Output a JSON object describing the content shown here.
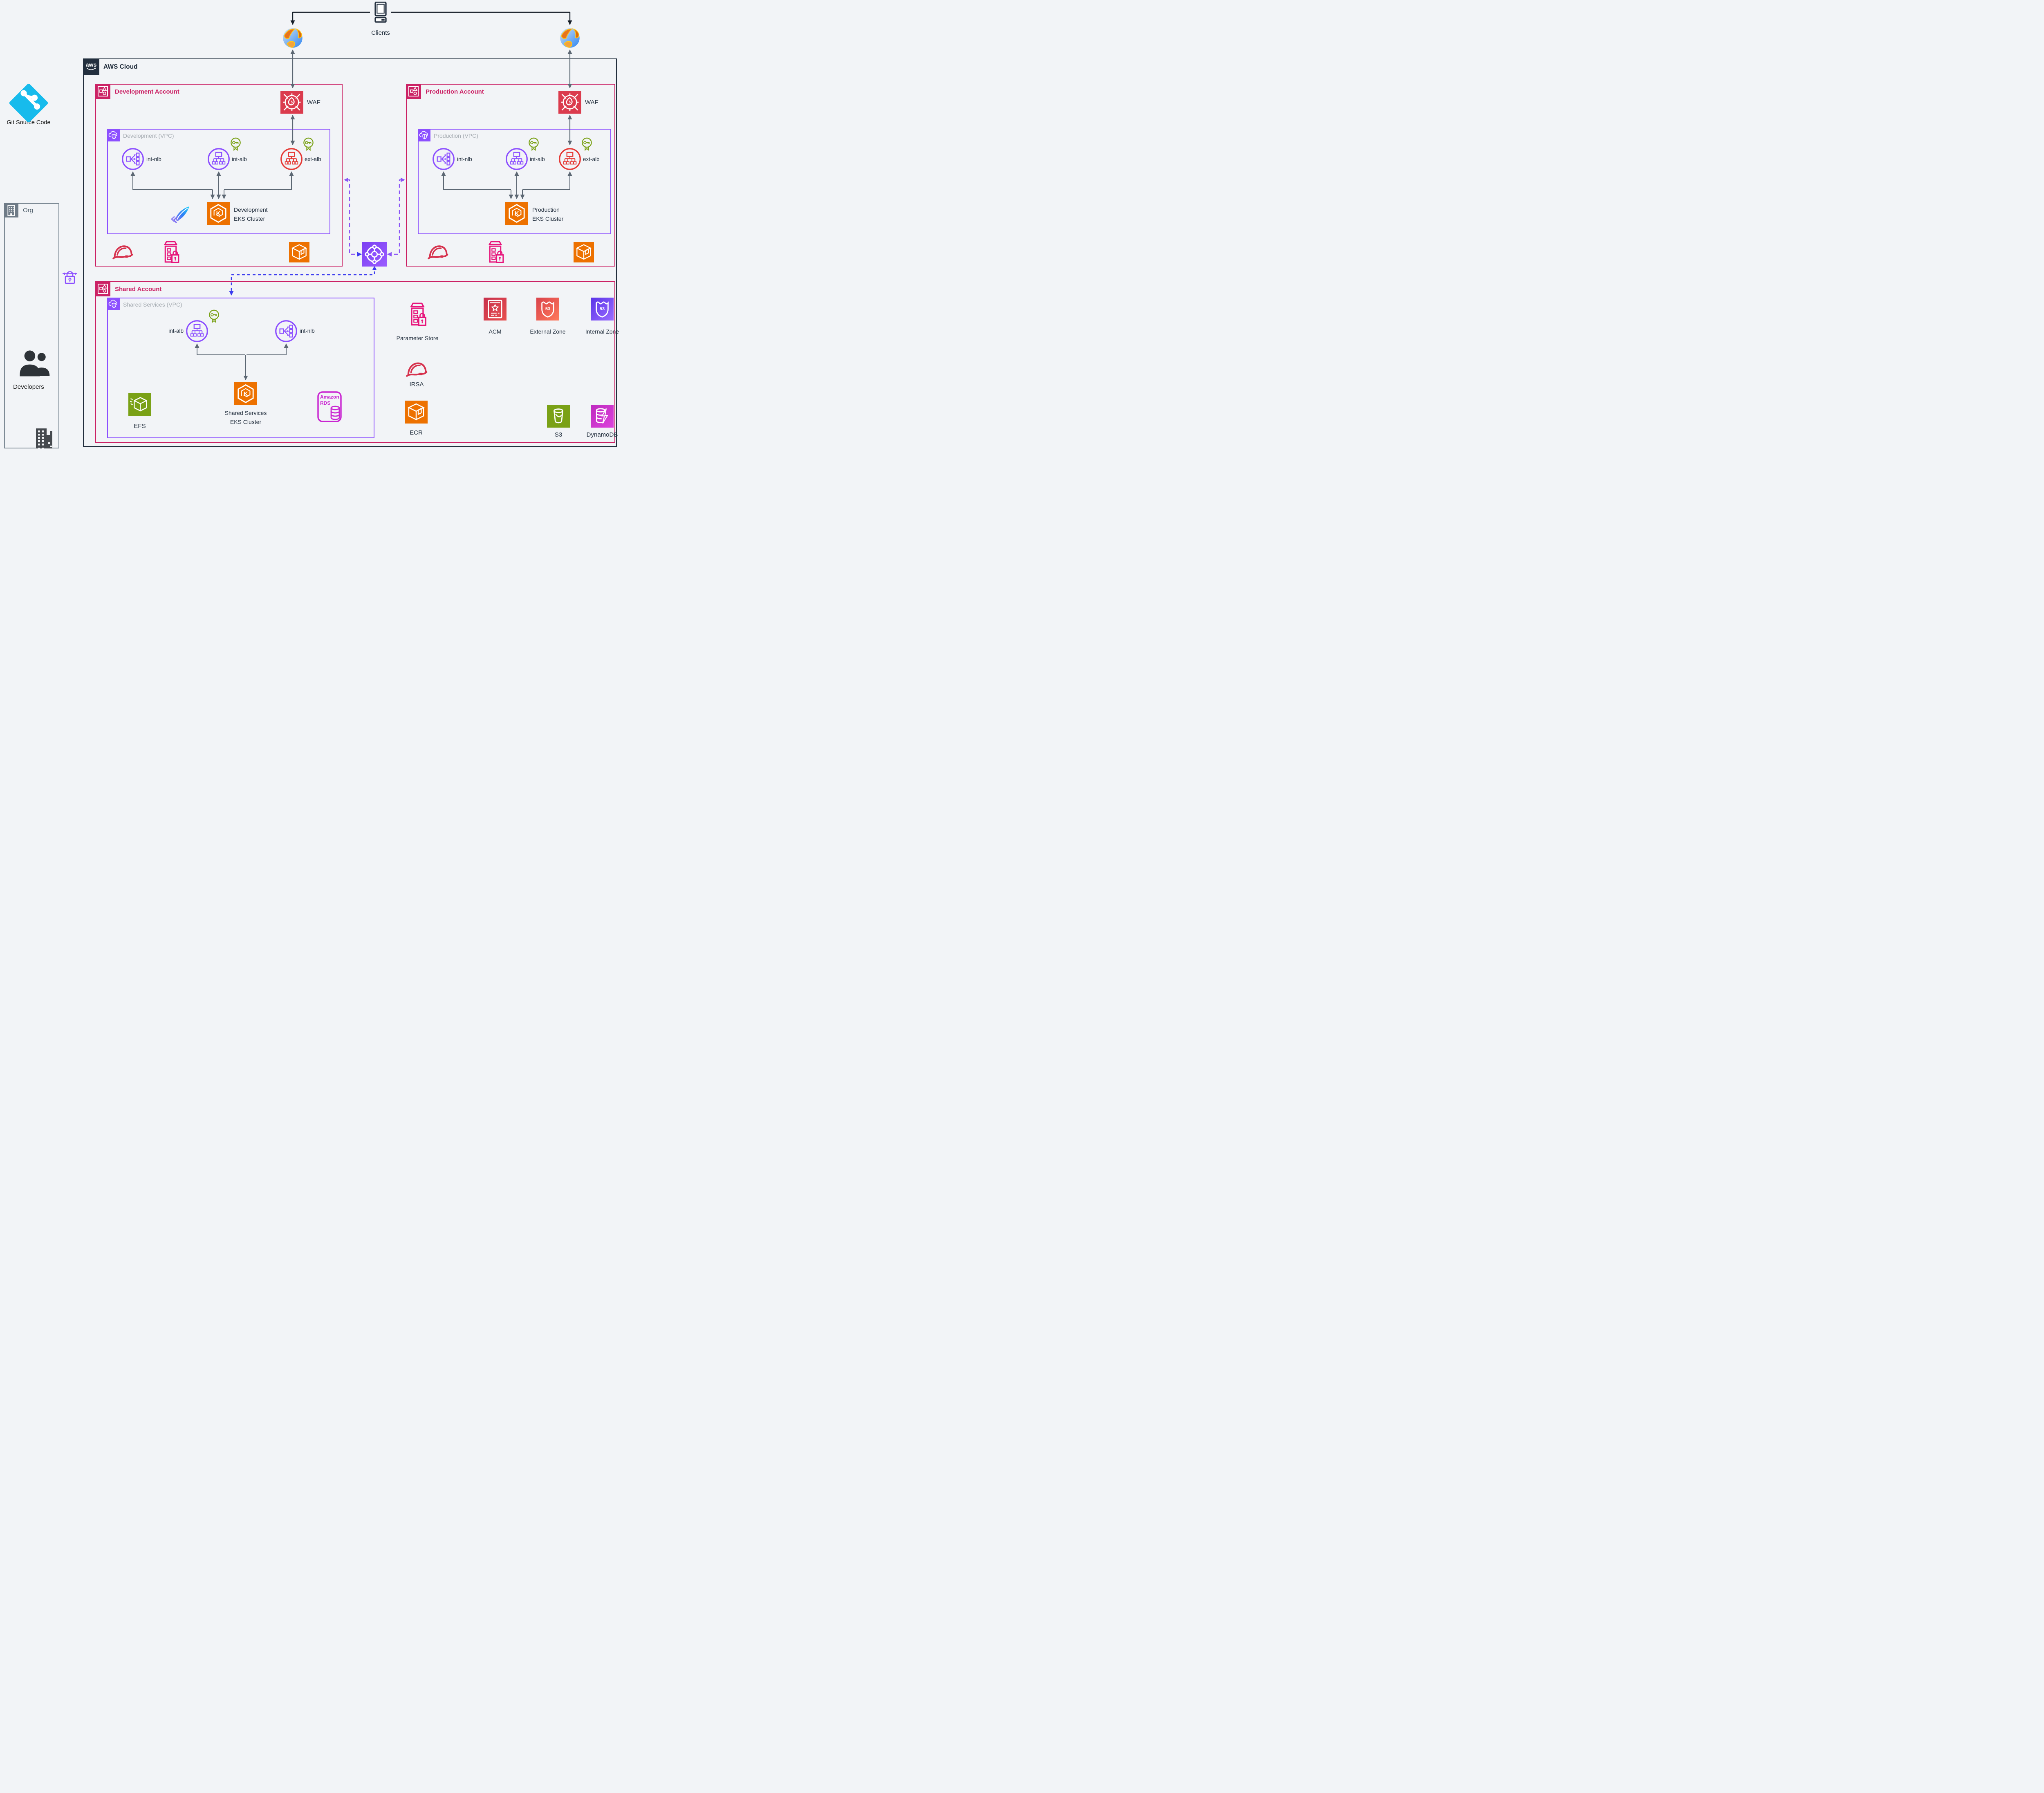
{
  "diagram": {
    "clients_label": "Clients",
    "aws_logo_text": "aws",
    "aws_cloud_label": "AWS Cloud",
    "git_label": "Git Source Code",
    "org_label": "Org",
    "developers_label": "Developers",
    "waf_label": "WAF",
    "route53_number": "53",
    "eks_letter": "K"
  },
  "dev_account": {
    "label": "Development Account",
    "vpc_label": "Development (VPC)",
    "int_nlb": "int-nlb",
    "int_alb": "int-alb",
    "ext_alb": "ext-alb",
    "eks_line1": "Development",
    "eks_line2": "EKS Cluster"
  },
  "prod_account": {
    "label": "Production Account",
    "vpc_label": "Production (VPC)",
    "int_nlb": "int-nlb",
    "int_alb": "int-alb",
    "ext_alb": "ext-alb",
    "eks_line1": "Production",
    "eks_line2": "EKS Cluster"
  },
  "shared_account": {
    "label": "Shared Account",
    "vpc_label": "Shared Services (VPC)",
    "int_alb": "int-alb",
    "int_nlb": "int-nlb",
    "eks_line1": "Shared Services",
    "eks_line2": "EKS Cluster",
    "efs": "EFS",
    "rds_line1": "Amazon",
    "rds_line2": "RDS",
    "parameter_store": "Parameter Store",
    "acm": "ACM",
    "external_zone": "External Zone",
    "internal_zone": "Internal Zone",
    "irsa": "IRSA",
    "ecr": "ECR",
    "s3": "S3",
    "dynamodb": "DynamoDB"
  },
  "colors": {
    "account_pink": "#CB2265",
    "vpc_purple": "#8C4FFF",
    "waf_red": "#DB3B4D",
    "eks_orange": "#ED7100",
    "olive_green": "#7AA116",
    "rds_magenta": "#C925D1",
    "dark_navy": "#232F3E",
    "dashed_blue": "#3B3BEF",
    "dashed_purple": "#8A55F6",
    "git_cyan": "#17BBEC"
  }
}
